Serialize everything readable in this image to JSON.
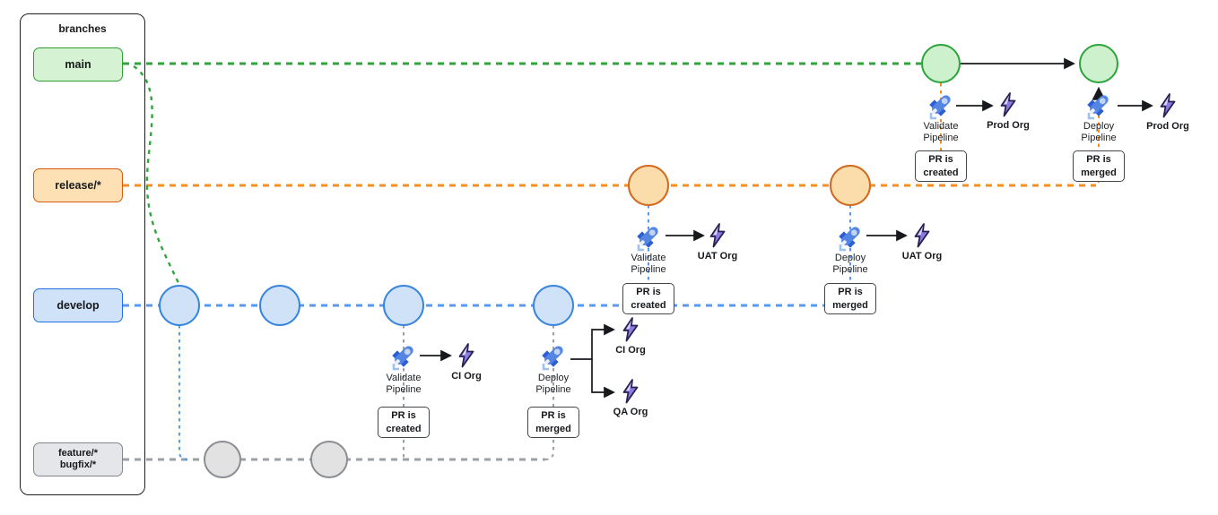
{
  "legend": {
    "title": "branches"
  },
  "branches": [
    {
      "id": "main",
      "label": "main",
      "line_color": "#2fa53c",
      "box_fill": "#d5f2d2",
      "box_stroke": "#2d9e38",
      "node_fill": "#cdf0cd",
      "node_stroke": "#2da33c"
    },
    {
      "id": "release",
      "label": "release/*",
      "line_color": "#f78d1f",
      "box_fill": "#fde1b4",
      "box_stroke": "#d35b0c",
      "node_fill": "#fbdcab",
      "node_stroke": "#d2691e"
    },
    {
      "id": "develop",
      "label": "develop",
      "line_color": "#5799f0",
      "box_fill": "#cfe2f8",
      "box_stroke": "#1f72df",
      "node_fill": "#cfe2f8",
      "node_stroke": "#3a85dc"
    },
    {
      "id": "feature",
      "label": "feature/*\nbugfix/*",
      "line_color": "#9aa0a6",
      "box_fill": "#e4e6e9",
      "box_stroke": "#81878d",
      "node_fill": "#e2e2e2",
      "node_stroke": "#8a8e92"
    }
  ],
  "stations": [
    {
      "id": "develop-validate",
      "branch": "develop",
      "pipeline": "Validate\nPipeline",
      "trigger": "PR is\ncreated",
      "orgs": [
        "CI Org"
      ]
    },
    {
      "id": "develop-deploy",
      "branch": "develop",
      "pipeline": "Deploy\nPipeline",
      "trigger": "PR is\nmerged",
      "orgs": [
        "CI Org",
        "QA Org"
      ]
    },
    {
      "id": "release-validate",
      "branch": "release",
      "pipeline": "Validate\nPipeline",
      "trigger": "PR is\ncreated",
      "orgs": [
        "UAT Org"
      ]
    },
    {
      "id": "release-deploy",
      "branch": "release",
      "pipeline": "Deploy\nPipeline",
      "trigger": "PR is\nmerged",
      "orgs": [
        "UAT Org"
      ]
    },
    {
      "id": "main-validate",
      "branch": "main",
      "pipeline": "Validate\nPipeline",
      "trigger": "PR is\ncreated",
      "orgs": [
        "Prod Org"
      ]
    },
    {
      "id": "main-deploy",
      "branch": "main",
      "pipeline": "Deploy\nPipeline",
      "trigger": "PR is\nmerged",
      "orgs": [
        "Prod Org"
      ]
    }
  ],
  "icons": {
    "pipeline_icon": "rocket-icon",
    "org_icon": "lightning-bolt-icon"
  },
  "colors": {
    "arrow": "#17191c",
    "rocket_body": "#5585e3",
    "rocket_fin": "#2b5fd3",
    "bolt_fill": "#8b7ce0",
    "bolt_outline": "#272153"
  }
}
